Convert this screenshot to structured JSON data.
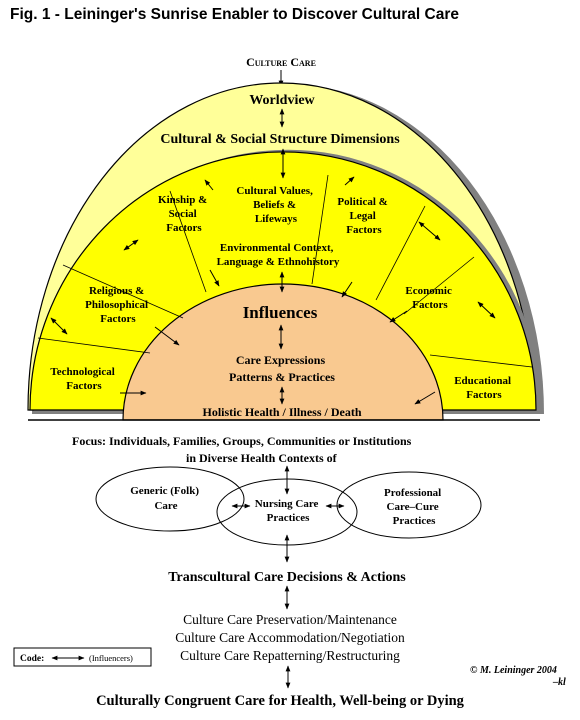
{
  "figure_title": "Fig. 1 -  Leininger's Sunrise Enabler to Discover Cultural Care",
  "culture_care": "Culture Care",
  "worldview": "Worldview",
  "cultural_social_dimensions": "Cultural & Social Structure Dimensions",
  "factors": {
    "kinship": [
      "Kinship &",
      "Social",
      "Factors"
    ],
    "cultural_values": [
      "Cultural Values,",
      "Beliefs &",
      "Lifeways"
    ],
    "political": [
      "Political &",
      "Legal",
      "Factors"
    ],
    "religious": [
      "Religious &",
      "Philosophical",
      "Factors"
    ],
    "economic": [
      "Economic",
      "Factors"
    ],
    "technological": [
      "Technological",
      "Factors"
    ],
    "educational": [
      "Educational",
      "Factors"
    ]
  },
  "environmental_context": [
    "Environmental Context,",
    "Language & Ethnohistory"
  ],
  "influences": "Influences",
  "care_expressions": [
    "Care Expressions",
    "Patterns & Practices"
  ],
  "holistic_health": "Holistic Health / Illness / Death",
  "focus": [
    "Focus:  Individuals, Families, Groups, Communities or Institutions",
    "in Diverse Health Contexts of"
  ],
  "care_systems": {
    "generic": [
      "Generic (Folk)",
      "Care"
    ],
    "nursing": [
      "Nursing Care",
      "Practices"
    ],
    "professional": [
      "Professional",
      "Care–Cure",
      "Practices"
    ]
  },
  "decisions": "Transcultural Care Decisions & Actions",
  "actions": [
    "Culture Care Preservation/Maintenance",
    "Culture Care Accommodation/Negotiation",
    "Culture Care Repatterning/Restructuring"
  ],
  "code_key": {
    "label": "Code:",
    "meaning": "(Influencers)"
  },
  "copyright": [
    "© M. Leininger 2004",
    "–kl"
  ],
  "outcome": "Culturally Congruent Care for Health, Well-being or Dying",
  "colors": {
    "outer_band": "#FFFF99",
    "inner_band": "#FFFF00",
    "core": "#F9C990",
    "stroke": "#000000"
  }
}
